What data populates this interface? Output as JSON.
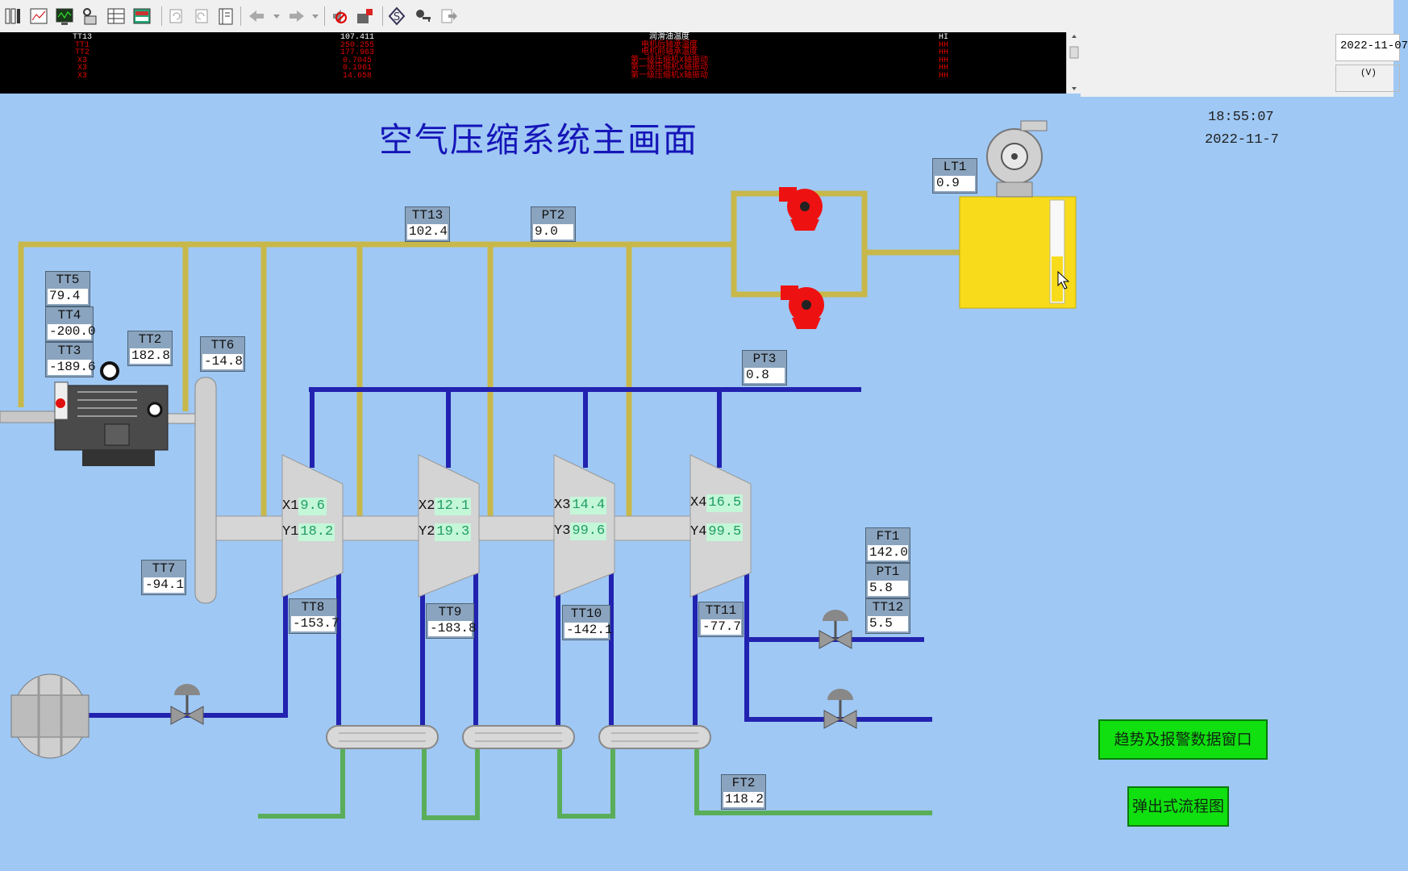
{
  "toolbar": {
    "icons": [
      "panels-icon",
      "chart-window-icon",
      "monitor-icon",
      "tag-list-icon",
      "table-icon",
      "layout-icon",
      "undo-icon",
      "redo-icon",
      "book-icon",
      "back-arrow-icon",
      "dropdown-icon",
      "forward-arrow-icon",
      "dropdown-icon",
      "alarm-mute-icon",
      "settings-icon",
      "dollar-icon",
      "user-key-icon",
      "exit-icon"
    ]
  },
  "alarm_panel": {
    "columns": [
      {
        "header": "TT13",
        "rows": [
          "TT1",
          "TT2",
          "X3",
          "X3",
          "X3"
        ]
      },
      {
        "header": "107.411",
        "rows": [
          "250.255",
          "177.963",
          "0.7045",
          "0.1961",
          "14.658"
        ]
      },
      {
        "header": "润滑油温度",
        "rows": [
          "电机后轴承温度",
          "电机前轴承温度",
          "第一级压缩机X轴振动",
          "第一级压缩机X轴振动",
          "第一级压缩机X轴振动"
        ]
      },
      {
        "header": "HI",
        "rows": [
          "HH",
          "HH",
          "HH",
          "HH",
          "HH"
        ]
      }
    ],
    "date": "2022-11-07",
    "unit": "(V)"
  },
  "hmi": {
    "title": "空气压缩系统主画面",
    "time": "18:55:07",
    "date": "2022-11-7"
  },
  "tags": {
    "tt13": {
      "name": "TT13",
      "value": "102.4"
    },
    "pt2": {
      "name": "PT2",
      "value": "9.0"
    },
    "lt1": {
      "name": "LT1",
      "value": "0.9"
    },
    "tt5": {
      "name": "TT5",
      "value": "79.4"
    },
    "tt4": {
      "name": "TT4",
      "value": "-200.0"
    },
    "tt3": {
      "name": "TT3",
      "value": "-189.6"
    },
    "tt2": {
      "name": "TT2",
      "value": "182.8"
    },
    "tt6": {
      "name": "TT6",
      "value": "-14.8"
    },
    "pt3": {
      "name": "PT3",
      "value": "0.8"
    },
    "tt7": {
      "name": "TT7",
      "value": "-94.1"
    },
    "tt8": {
      "name": "TT8",
      "value": "-153.7"
    },
    "tt9": {
      "name": "TT9",
      "value": "-183.8"
    },
    "tt10": {
      "name": "TT10",
      "value": "-142.1"
    },
    "tt11": {
      "name": "TT11",
      "value": "-77.7"
    },
    "ft1": {
      "name": "FT1",
      "value": "142.0"
    },
    "pt1": {
      "name": "PT1",
      "value": "5.8"
    },
    "tt12": {
      "name": "TT12",
      "value": "5.5"
    },
    "ft2": {
      "name": "FT2",
      "value": "118.2"
    }
  },
  "vibration": [
    {
      "x_label": "X1",
      "x_value": "9.6",
      "y_label": "Y1",
      "y_value": "18.2"
    },
    {
      "x_label": "X2",
      "x_value": "12.1",
      "y_label": "Y2",
      "y_value": "19.3"
    },
    {
      "x_label": "X3",
      "x_value": "14.4",
      "y_label": "Y3",
      "y_value": "99.6"
    },
    {
      "x_label": "X4",
      "x_value": "16.5",
      "y_label": "Y4",
      "y_value": "99.5"
    }
  ],
  "oil_tank_level_fraction": 0.55,
  "buttons": {
    "trend_alarm": "趋势及报警数据窗口",
    "popup_flow": "弹出式流程图"
  },
  "colors": {
    "background": "#9fc8f4",
    "oil_pipe": "#c8b84a",
    "air_pipe": "#2222b0",
    "water_pipe": "#5aae5a",
    "tank": "#f8dc1c",
    "pump": "#ee1111",
    "button": "#10e010",
    "alarm_text": "#e00000",
    "title": "#1515b8"
  }
}
